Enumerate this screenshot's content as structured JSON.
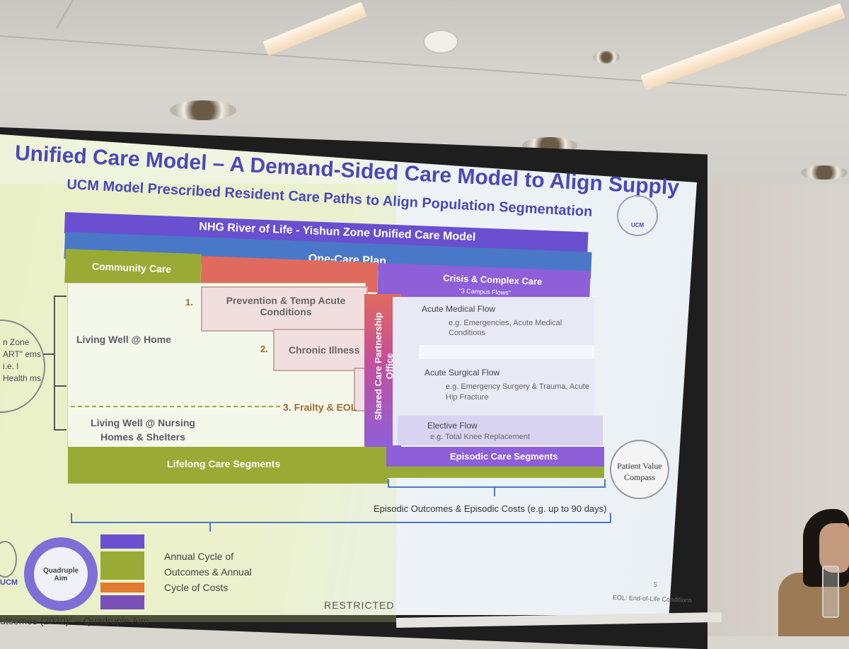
{
  "slide": {
    "title": "Unified Care Model – A Demand-Sided Care Model to Align Supply",
    "subtitle": "UCM Model Prescribed Resident Care Paths to Align Population Segmentation",
    "header_bar": "NHG River of Life - Yishun Zone Unified Care Model",
    "one_care_plan": "One-Care Plan",
    "community_care": "Community Care",
    "crisis_title": "Crisis & Complex Care",
    "crisis_sub": "\"3 Campus Flows\"",
    "prevention_num": "1.",
    "prevention": "Prevention & Temp Acute Conditions",
    "chronic_num": "2.",
    "chronic": "Chronic Illness",
    "frailty": "3. Frailty & EOL",
    "living_home": "Living Well @ Home",
    "living_nursing": "Living Well @ Nursing Homes & Shelters",
    "shared_care": "Shared Care Partnership Office",
    "acute_medical": "Acute Medical Flow",
    "acute_medical_eg": "e.g. Emergencies, Acute Medical Conditions",
    "acute_surgical": "Acute Surgical Flow",
    "acute_surgical_eg": "e.g. Emergency Surgery & Trauma, Acute Hip Fracture",
    "elective": "Elective Flow",
    "elective_eg": "e.g. Total Knee Replacement",
    "lifelong": "Lifelong Care Segments",
    "episodic": "Episodic Care Segments",
    "episodic_outcomes": "Episodic Outcomes & Episodic Costs (e.g. up to 90 days)",
    "annual": "Annual Cycle of Outcomes & Annual Cycle of Costs",
    "compass_line1": "Patient Value",
    "compass_line2": "Compass",
    "left_circle": "n Zone ART\" ems i.e. l Health ms",
    "quadruple": "Quadruple Aim",
    "quadruple_caption": "utcomes (2020)\" – Quadruple Aim",
    "logo_small": "UCM",
    "page_num": "5",
    "footnote": "EOL: End-of-Life Conditions",
    "restricted": "RESTRICTED"
  }
}
